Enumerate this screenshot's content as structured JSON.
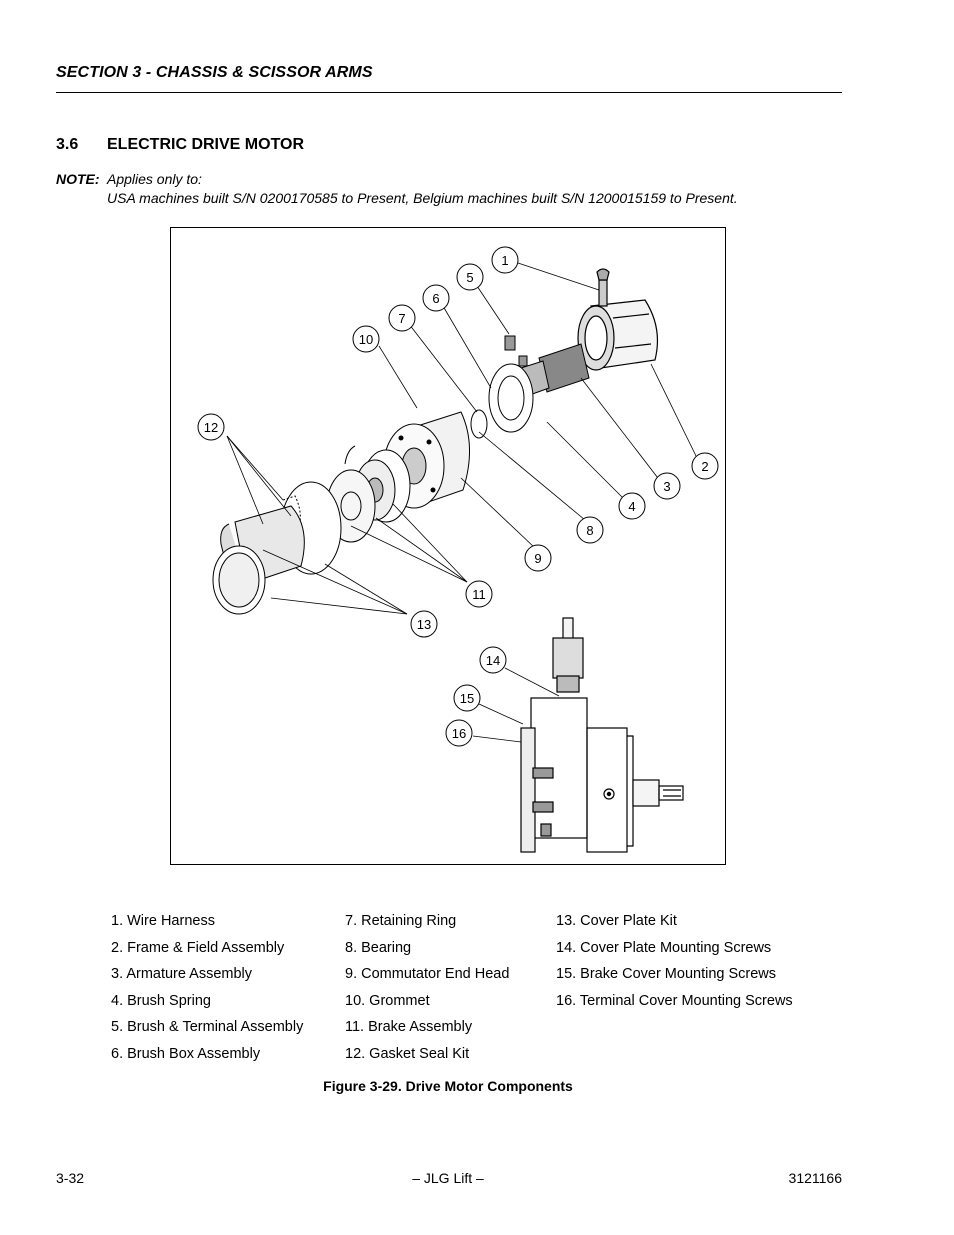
{
  "header": {
    "section": "SECTION 3 - CHASSIS & SCISSOR ARMS"
  },
  "heading": {
    "number": "3.6",
    "title": "ELECTRIC DRIVE MOTOR"
  },
  "note": {
    "label": "NOTE:",
    "line1": "Applies only to:",
    "line2": "USA machines built S/N 0200170585 to Present, Belgium machines built S/N 1200015159 to Present."
  },
  "figure": {
    "callouts": [
      "1",
      "2",
      "3",
      "4",
      "5",
      "6",
      "7",
      "8",
      "9",
      "10",
      "11",
      "12",
      "13",
      "14",
      "15",
      "16"
    ]
  },
  "legend": {
    "col1": [
      "1.  Wire Harness",
      "2.  Frame & Field Assembly",
      "3.  Armature Assembly",
      "4.  Brush Spring",
      "5.  Brush & Terminal Assembly",
      "6.  Brush Box Assembly"
    ],
    "col2": [
      "7.  Retaining Ring",
      "8.  Bearing",
      "9.  Commutator End Head",
      "10.  Grommet",
      "11.  Brake Assembly",
      "12.  Gasket Seal Kit"
    ],
    "col3": [
      "13.  Cover Plate Kit",
      "14.  Cover Plate Mounting Screws",
      "15.  Brake Cover Mounting Screws",
      "16.  Terminal Cover Mounting Screws"
    ]
  },
  "caption": "Figure 3-29.  Drive Motor Components",
  "footer": {
    "page": "3-32",
    "center": "– JLG Lift –",
    "doc": "3121166"
  }
}
